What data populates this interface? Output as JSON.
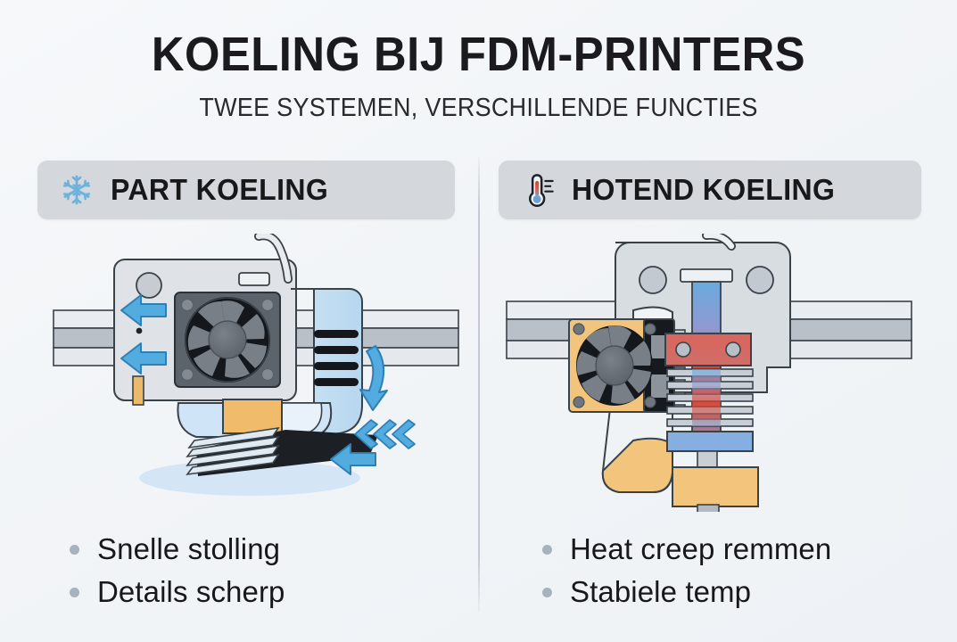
{
  "header": {
    "title": "KOELING BIJ FDM-PRINTERS",
    "subtitle": "TWEE SYSTEMEN, VERSCHILLENDE FUNCTIES"
  },
  "colors": {
    "background": "#f3f5f8",
    "pill_background": "#d4d8dd",
    "title_text": "#1b1b1d",
    "accent_blue": "#52ace0",
    "accent_blue_dark": "#2f7fb5",
    "snowflake_blue": "#6cb2dd",
    "hot_red": "#e0402e",
    "bullet_dot": "#a8b2bd",
    "divider": "#c3cad3",
    "nozzle_orange": "#f0b964",
    "fan_orange": "#f5c97a",
    "body_gray": "#d5dade",
    "outline": "#2b3138"
  },
  "panels": [
    {
      "id": "part-cooling",
      "icon": "snowflake-icon",
      "title": "PART KOELING",
      "illustration": "printhead-part-cooling-fan-with-airflow-arrows",
      "bullets": [
        "Snelle stolling",
        "Details scherp"
      ]
    },
    {
      "id": "hotend-cooling",
      "icon": "thermometer-icon",
      "title": "HOTEND KOELING",
      "illustration": "hotend-cross-section-with-heatsink-and-fan",
      "bullets": [
        "Heat creep remmen",
        "Stabiele temp"
      ]
    }
  ]
}
